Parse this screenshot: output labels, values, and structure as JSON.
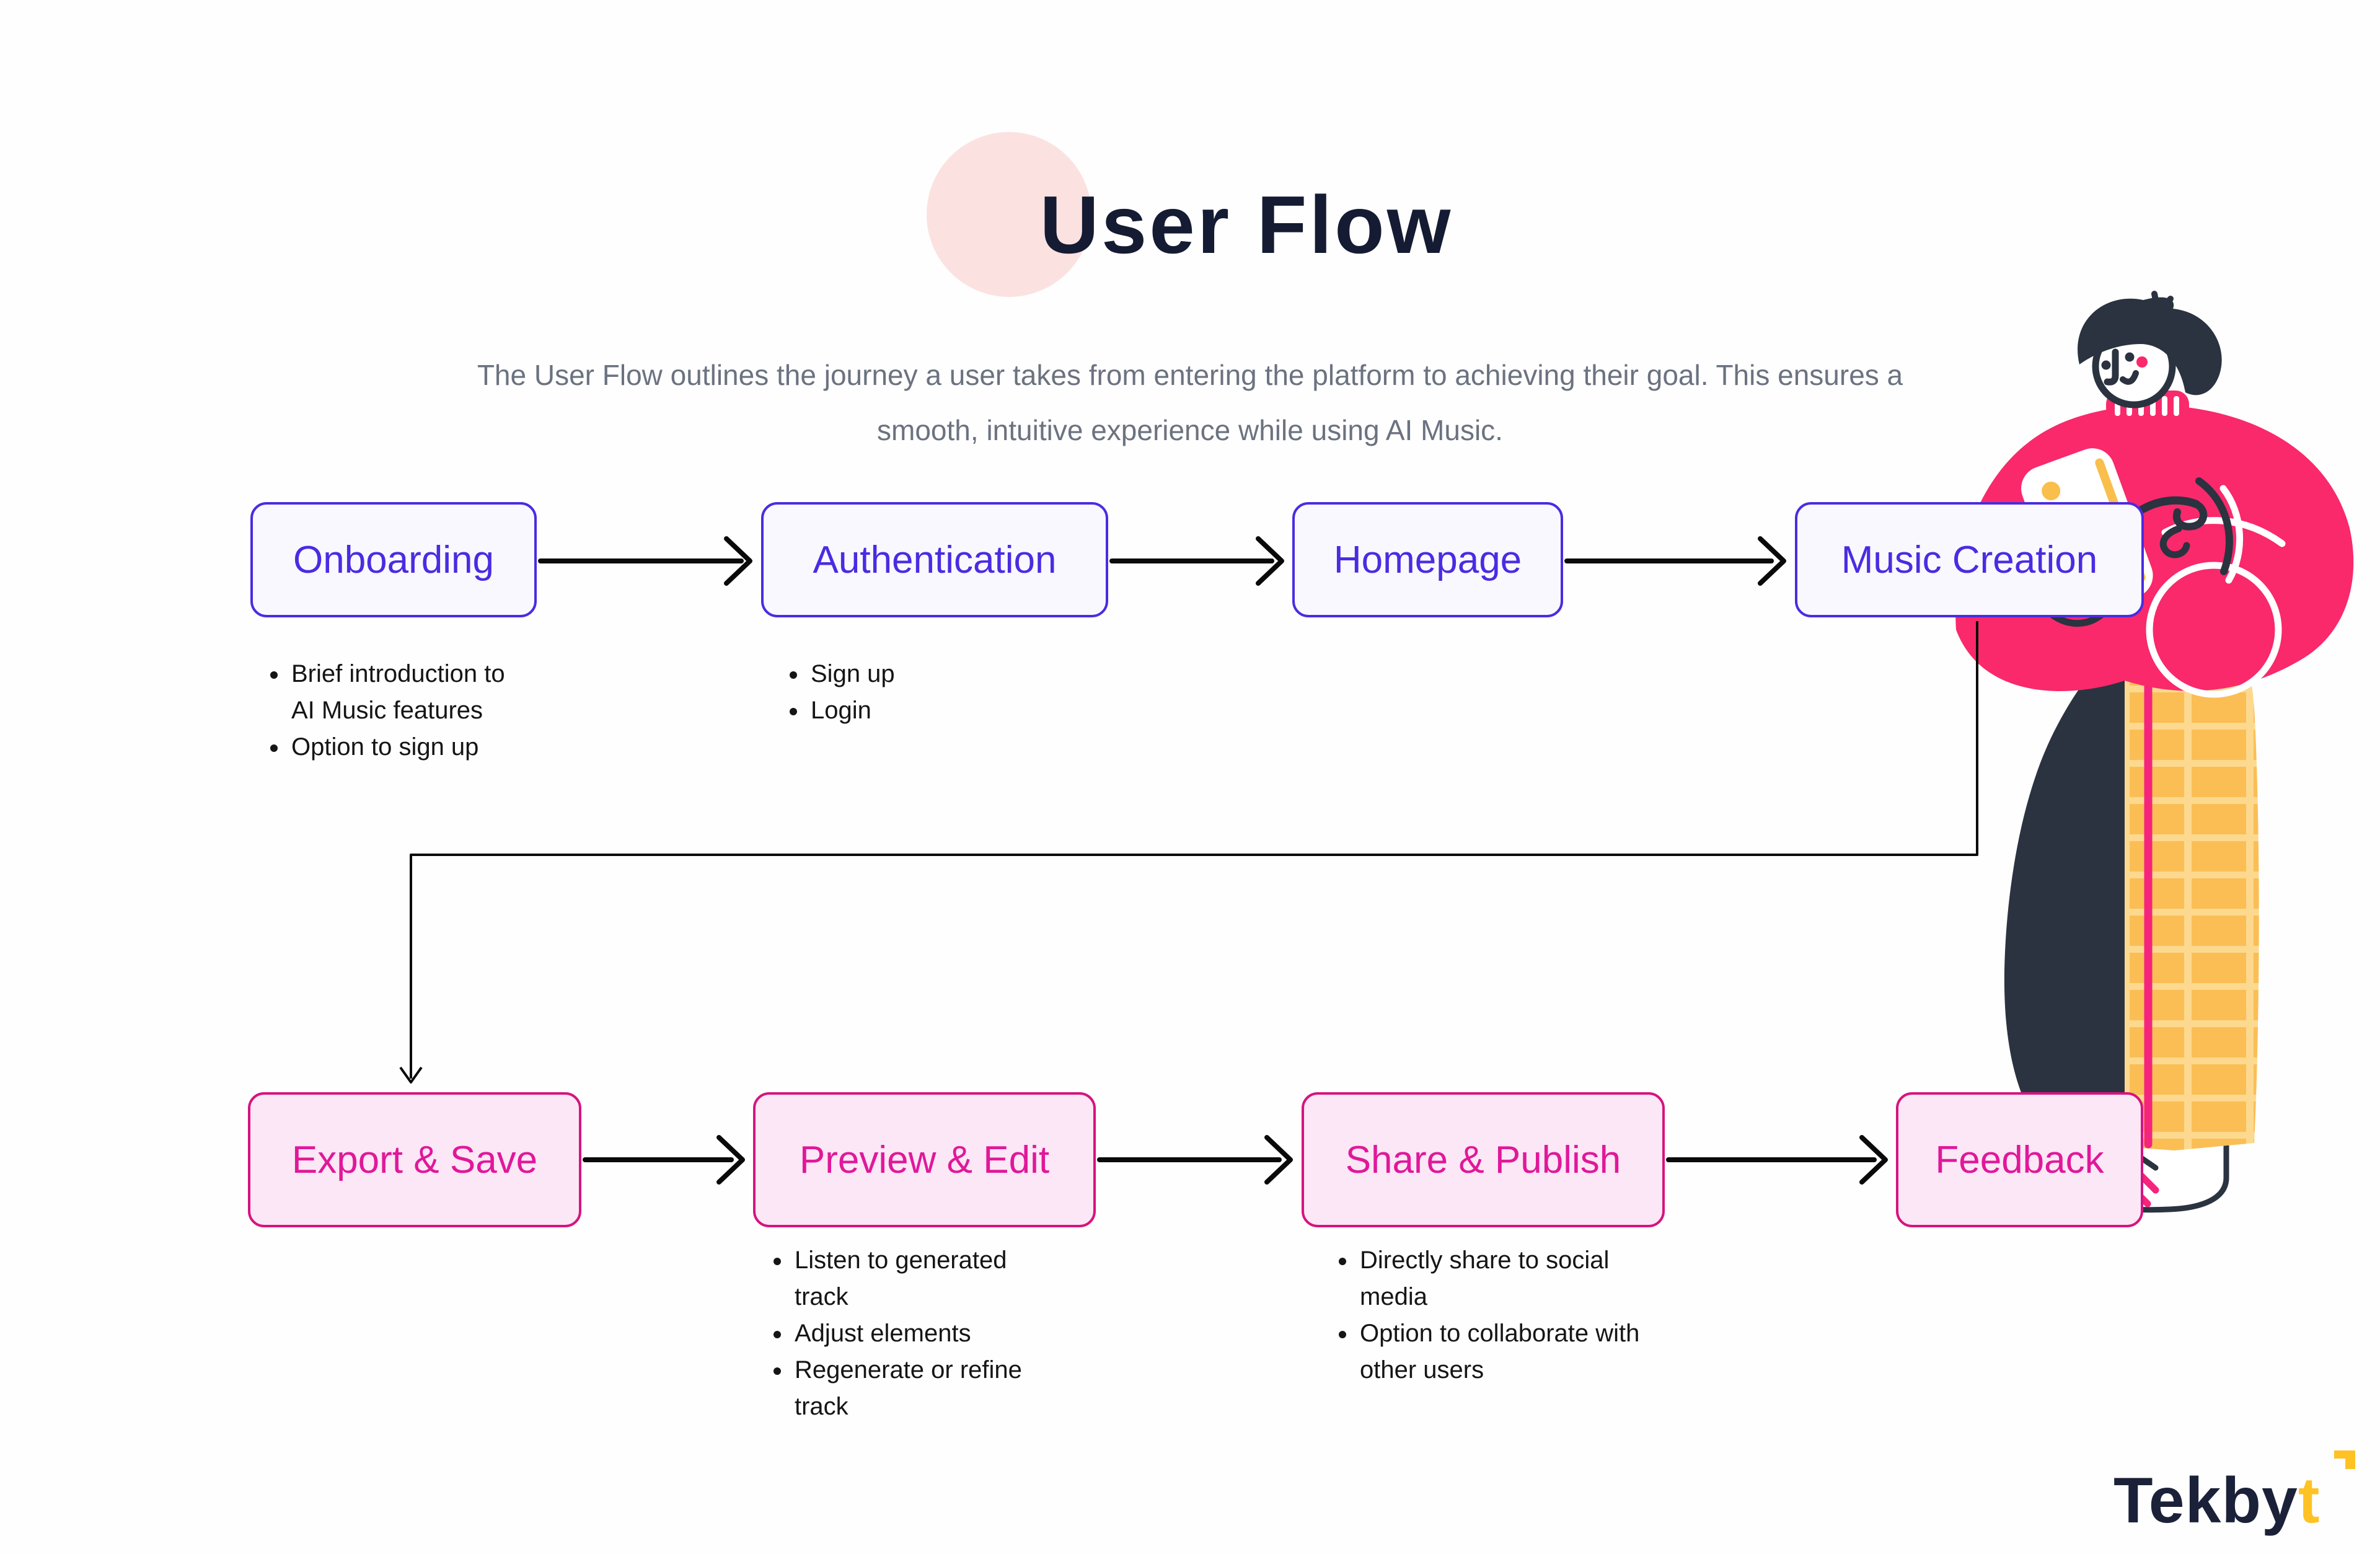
{
  "page": {
    "title": "User Flow",
    "description_line1": "The User Flow outlines the journey a user takes from entering the platform to achieving their goal. This ensures a",
    "description_line2": "smooth, intuitive experience while using AI Music."
  },
  "stages_top": [
    {
      "label": "Onboarding",
      "bullets": [
        "Brief introduction to AI Music features",
        "Option to sign up"
      ]
    },
    {
      "label": "Authentication",
      "bullets": [
        "Sign up",
        "Login"
      ]
    },
    {
      "label": "Homepage",
      "bullets": []
    },
    {
      "label": "Music Creation",
      "bullets": []
    }
  ],
  "stages_bottom": [
    {
      "label": "Export & Save",
      "bullets": []
    },
    {
      "label": "Preview & Edit",
      "bullets": [
        "Listen to generated track",
        "Adjust elements",
        "Regenerate or refine track"
      ]
    },
    {
      "label": "Share & Publish",
      "bullets": [
        "Directly share to social media",
        "Option to collaborate with other users"
      ]
    },
    {
      "label": "Feedback",
      "bullets": []
    }
  ],
  "logo": {
    "name": "Tekbyt",
    "text_primary": "Tekby",
    "text_accent": "t"
  },
  "icons": {
    "title_circle": "decorative-pink-circle",
    "person": "person-holding-phone-illustration",
    "logo_mark": "corner-bracket-icon"
  },
  "colors": {
    "purple": "#4B2BE2",
    "purple-fill": "#F8F8FE",
    "pink": "#E0189A",
    "pink-border": "#D6147F",
    "pink-fill": "#FBE7F6",
    "ink": "#141B33",
    "gray": "#6B7280",
    "bullet": "#151515",
    "arrow": "#0A0A0A",
    "title-circle": "#FBE2E0",
    "logo-navy": "#1B2138",
    "logo-yellow": "#FFC224",
    "person-pink": "#F9296B",
    "person-dark": "#2A333F",
    "person-yellow": "#FBBE55",
    "person-yellow-light": "#FCD98E",
    "person-stripe": "#F5247C",
    "phone-yellow": "#F9BE4B"
  }
}
